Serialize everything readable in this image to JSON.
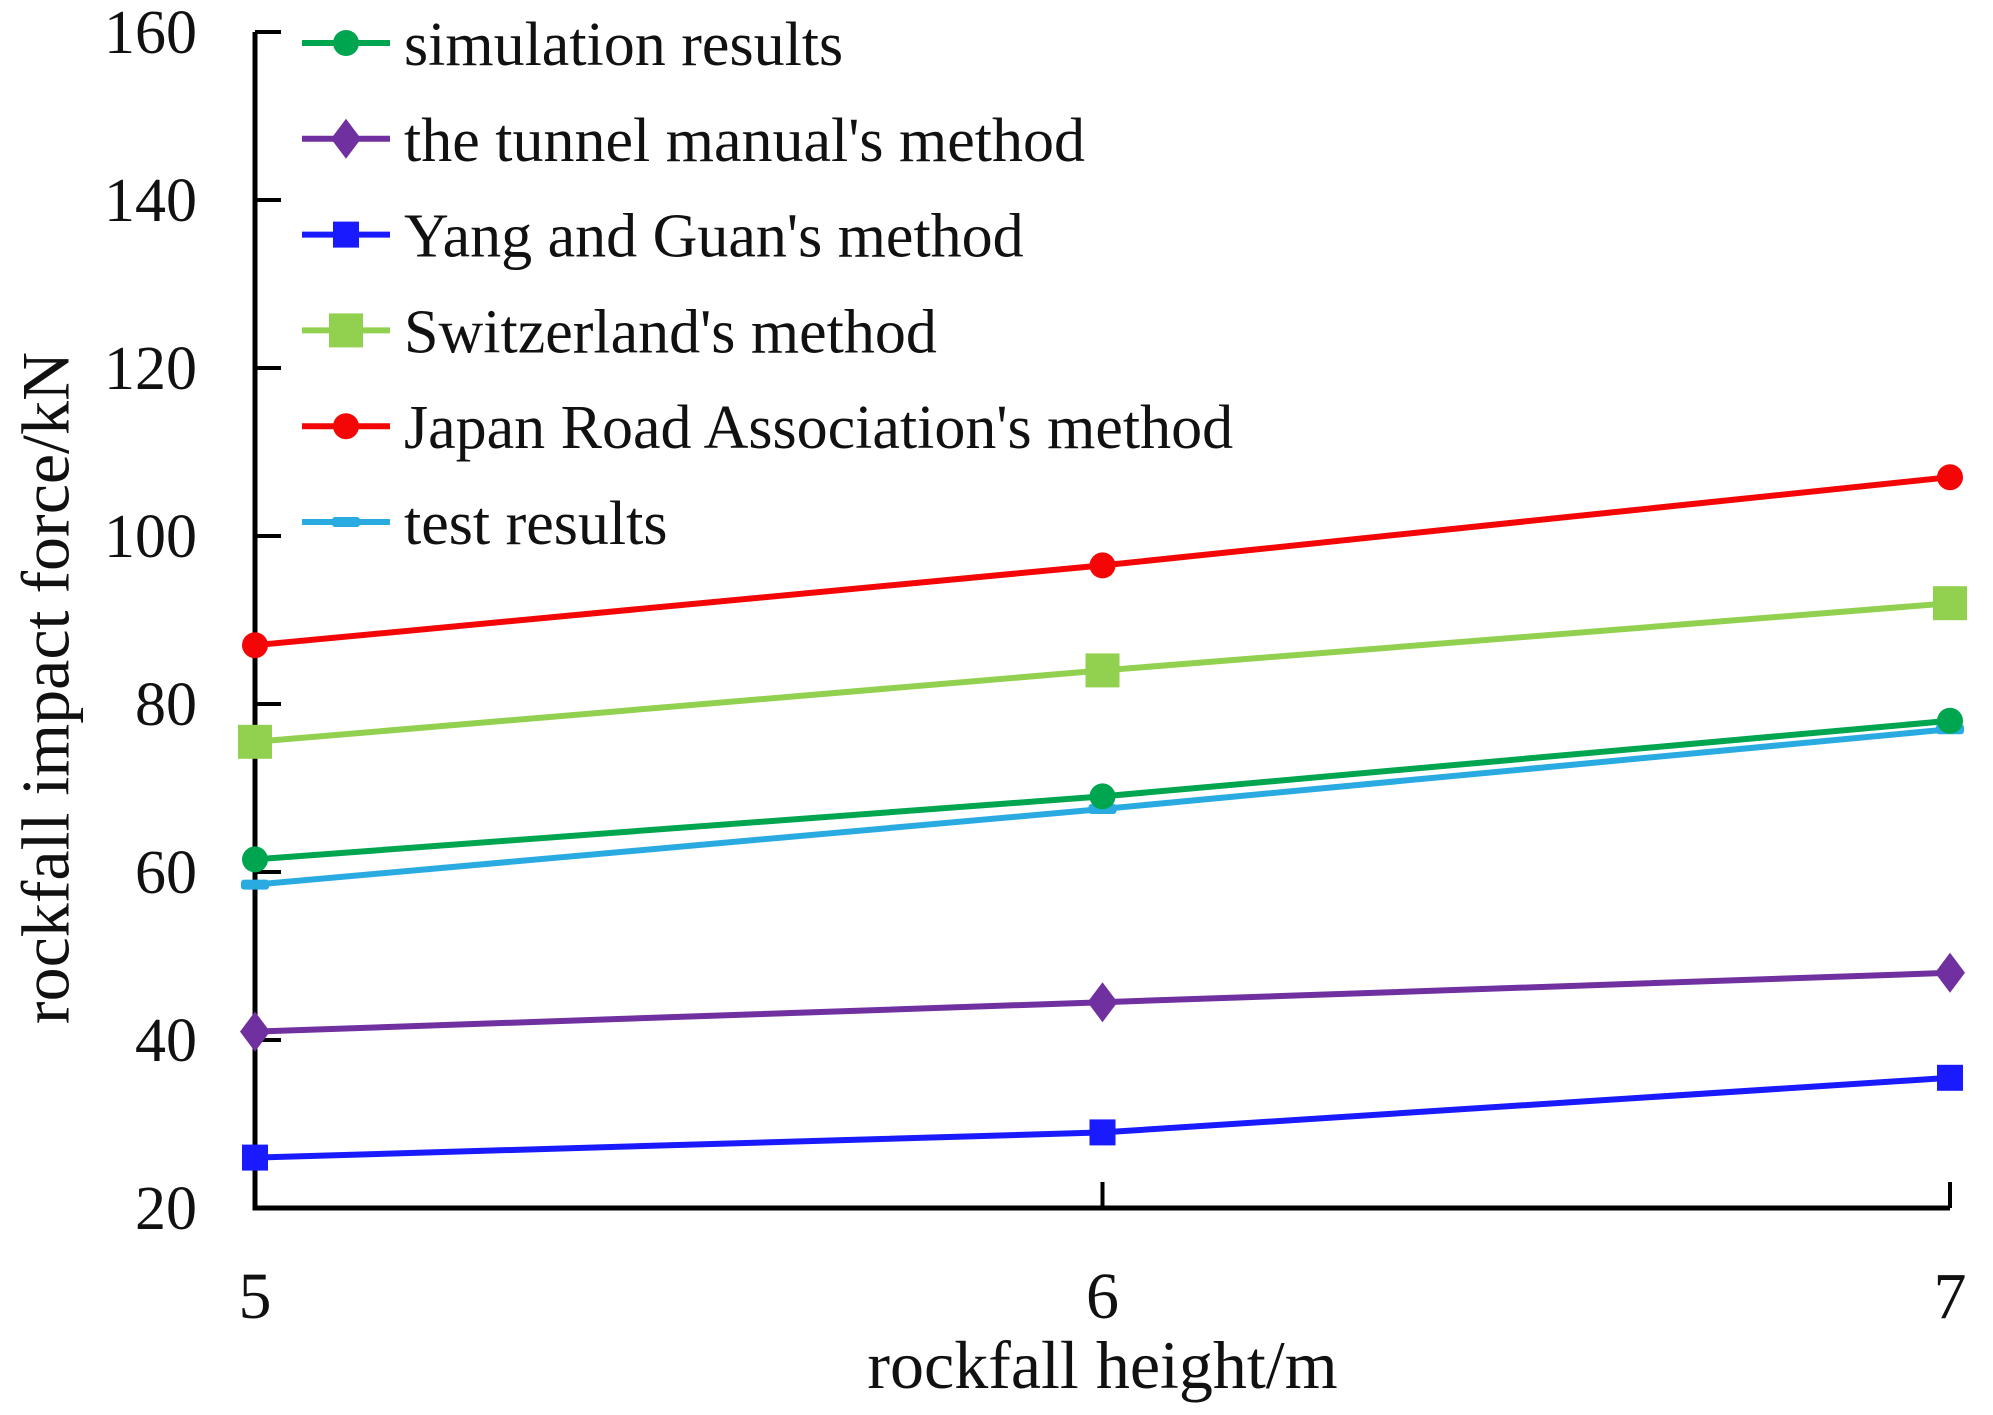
{
  "figure": {
    "background": "#ffffff",
    "text_color": "#111111",
    "axis_color": "#000000"
  },
  "chart_data": {
    "type": "line",
    "title": "",
    "xlabel": "rockfall height/m",
    "ylabel": "rockfall impact force/kN",
    "x": [
      5,
      6,
      7
    ],
    "xlim": [
      5,
      7
    ],
    "ylim": [
      20,
      160
    ],
    "x_ticks": [
      5,
      6,
      7
    ],
    "y_ticks": [
      20,
      40,
      60,
      80,
      100,
      120,
      140,
      160
    ],
    "grid": false,
    "legend_position": "top-left-inside",
    "series": [
      {
        "name": "simulation results",
        "color": "#00A550",
        "marker": "circle",
        "marker_px": 13,
        "values": [
          61.5,
          69,
          78
        ]
      },
      {
        "name": "the tunnel manual's method",
        "color": "#7030A0",
        "marker": "diamond",
        "marker_px": 20,
        "values": [
          41,
          44.5,
          48
        ]
      },
      {
        "name": "Yang and Guan's method",
        "color": "#1A1AFF",
        "marker": "square",
        "marker_px": 13,
        "values": [
          26,
          29,
          35.5
        ]
      },
      {
        "name": "Switzerland's method",
        "color": "#92D050",
        "marker": "square",
        "marker_px": 17,
        "values": [
          75.5,
          84,
          92
        ]
      },
      {
        "name": "Japan Road Association's method",
        "color": "#F40606",
        "marker": "circle",
        "marker_px": 13,
        "values": [
          87,
          96.5,
          107
        ]
      },
      {
        "name": "test results",
        "color": "#29ABE2",
        "marker": "dash",
        "marker_px": 14,
        "values": [
          58.5,
          67.5,
          77
        ]
      }
    ]
  }
}
